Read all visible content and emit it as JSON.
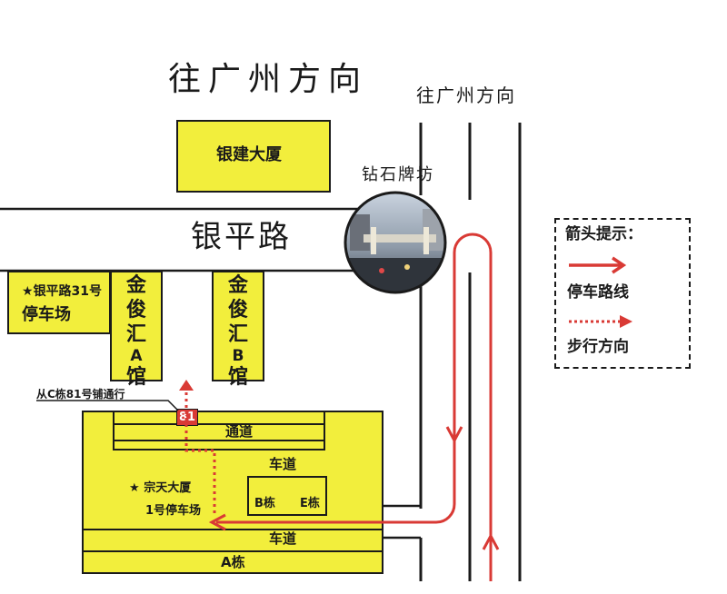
{
  "map": {
    "title_top": "往广州方向",
    "title_right": "往广州方向",
    "road_name": "银平路",
    "landmark": "钻石牌坊",
    "buildings": {
      "yinjian": "银建大厦",
      "parking31": "银平路31号",
      "parking31_line2": "停车场",
      "jinjun_a": [
        "金",
        "俊",
        "汇",
        "A",
        "馆"
      ],
      "jinjun_b": [
        "金",
        "俊",
        "汇",
        "B",
        "馆"
      ],
      "tongdao": "通道",
      "chedao_upper": "车道",
      "chedao_lower": "车道",
      "b_dong": "B栋",
      "e_dong": "E栋",
      "zongtian": "宗天大厦",
      "zongtian_parking": "1号停车场",
      "a_dong": "A栋"
    },
    "shop_note": "从C栋81号铺通行",
    "shop_number": "81",
    "star_symbol": "★"
  },
  "legend": {
    "title": "箭头提示：",
    "parking_route": "停车路线",
    "walking_direction": "步行方向"
  },
  "colors": {
    "block_yellow": "#f2ee3c",
    "route_red": "#d93a35",
    "line_black": "#1a1a1a"
  }
}
